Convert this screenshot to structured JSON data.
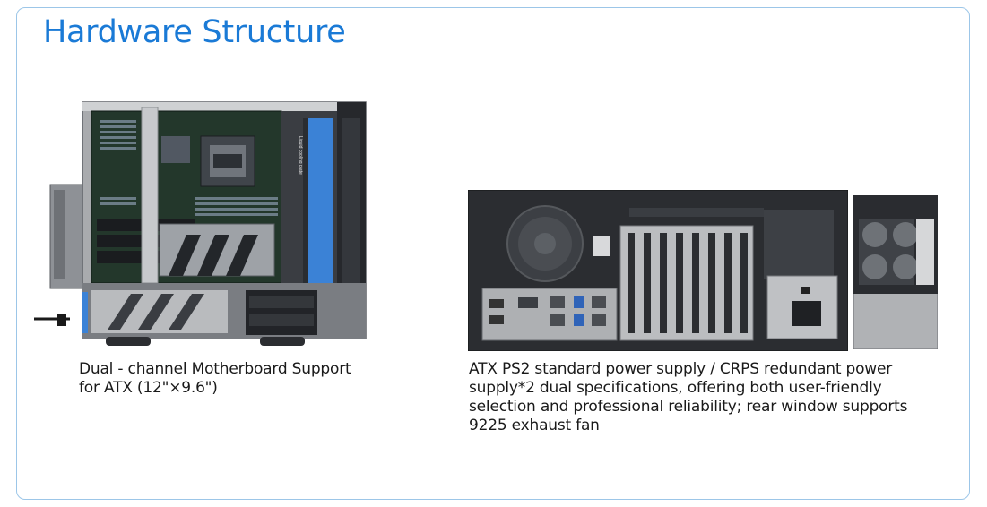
{
  "header": {
    "title": "Hardware Structure"
  },
  "sections": [
    {
      "image_label": "Liquid cooling plate",
      "caption": "Dual - channel Motherboard Support for ATX (12\"×9.6\")"
    },
    {
      "caption": "ATX PS2 standard power supply / CRPS redundant power supply*2 dual specifications, offering both user-friendly selection and professional reliability; rear window supports 9225 exhaust fan"
    }
  ],
  "colors": {
    "title": "#1a7ad6",
    "card_border": "#9cc6e8",
    "text": "#1a1a1a",
    "chassis_dark": "#2b2d31",
    "chassis_grey": "#a9abae",
    "accent_blue": "#3b82d6"
  }
}
